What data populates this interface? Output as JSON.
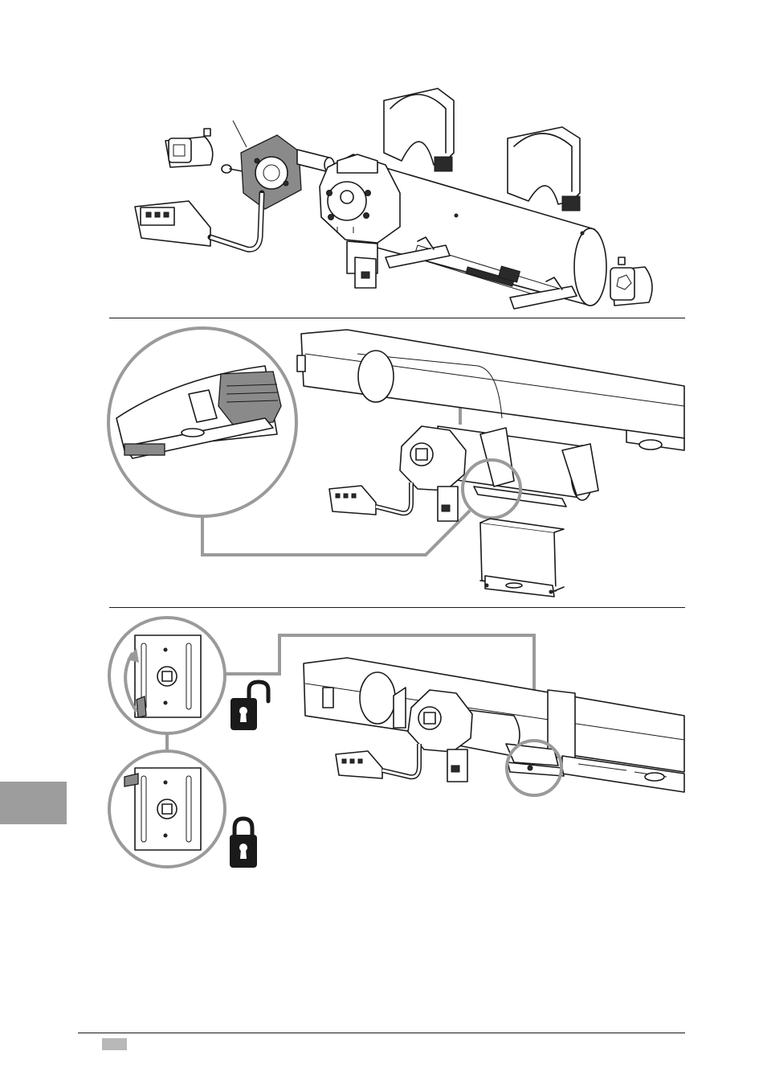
{
  "figures": [
    {
      "step": "explode"
    },
    {
      "step": "clip-on"
    },
    {
      "step": "lock"
    }
  ],
  "colors": {
    "line": "#1a1a1a",
    "callout": "#9a9a9a",
    "side_tab": "#9d9d9d",
    "part_gray": "#8a8a8a"
  },
  "icons": [
    "lock-open-icon",
    "lock-closed-icon",
    "rotate-arrow-icon",
    "up-arrow-icon"
  ]
}
